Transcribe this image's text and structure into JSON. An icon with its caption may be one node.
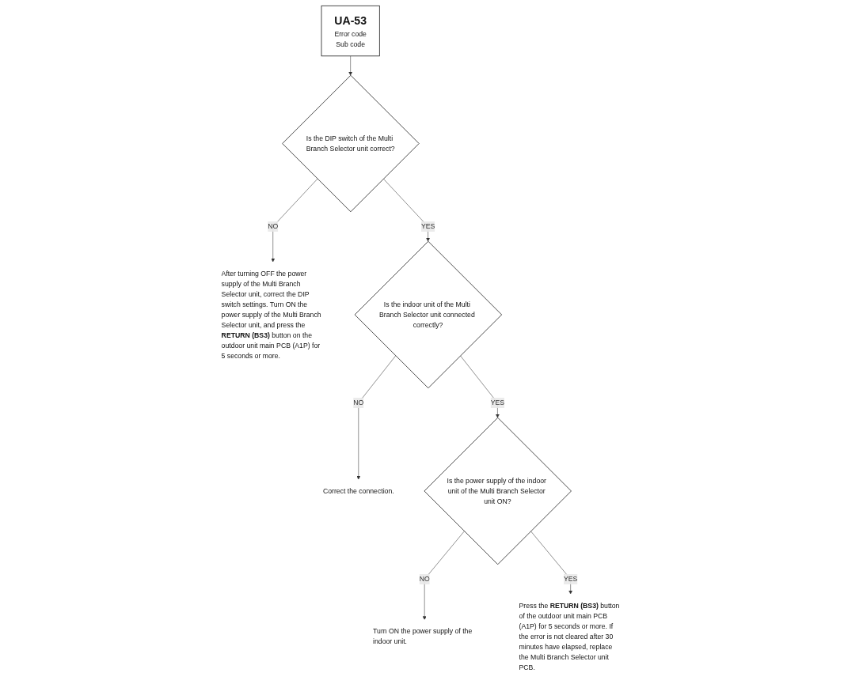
{
  "diagram": {
    "nodes": [
      {
        "text": [
          "UA-53",
          "Error code",
          "Sub code"
        ]
      },
      {
        "text": [
          "Is the DIP switch of the Multi Branch Selector unit correct?"
        ]
      },
      {
        "text": [
          "After turning OFF the power supply of the Multi Branch Selector unit, correct the DIP switch settings. Turn ON the power supply of the Multi Branch Selector unit, and press the **RETURN (BS3)** button on the outdoor unit main PCB (A1P) for 5 seconds or more."
        ]
      },
      {
        "text": [
          "Is the indoor unit of the Multi Branch Selector unit connected correctly?"
        ]
      },
      {
        "text": [
          "Correct the connection."
        ]
      },
      {
        "text": [
          "Is the power supply of the indoor unit of the Multi Branch Selector unit ON?"
        ]
      },
      {
        "text": [
          "Turn ON the power supply of the indoor unit."
        ]
      },
      {
        "text": [
          "Press the **RETURN (BS3)** button of the outdoor unit main PCB (A1P) for 5 seconds or more. If the error is not cleared after 30 minutes have elapsed, replace the Multi Branch Selector unit PCB."
        ]
      }
    ],
    "edges": [
      {
        "from": 0,
        "to": 1,
        "arrow": "to"
      },
      {
        "from": 1,
        "to": 2,
        "arrow": "to",
        "label": "NO"
      },
      {
        "from": 1,
        "to": 3,
        "arrow": "to",
        "label": "YES"
      },
      {
        "from": 3,
        "to": 4,
        "arrow": "to",
        "label": "NO"
      },
      {
        "from": 3,
        "to": 5,
        "arrow": "to",
        "label": "YES"
      },
      {
        "from": 5,
        "to": 6,
        "arrow": "to",
        "label": "NO"
      },
      {
        "from": 5,
        "to": 7,
        "arrow": "to",
        "label": "YES"
      }
    ]
  }
}
